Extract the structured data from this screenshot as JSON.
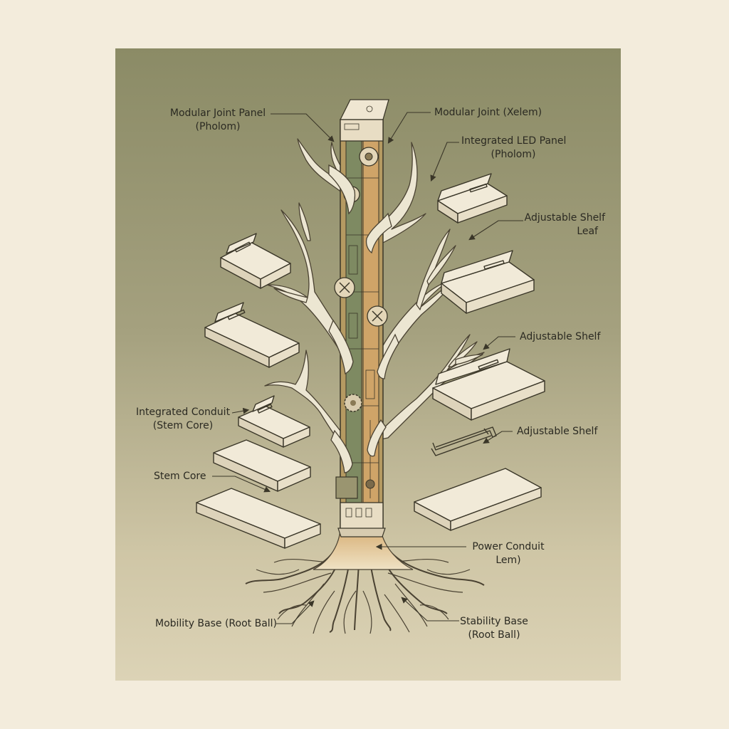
{
  "colors": {
    "background": "#f3ecdc",
    "panel_top": "#8b8b66",
    "panel_bottom": "#dcd3b6",
    "branch_fill": "#ece6d2",
    "stem_core": "#c9a064",
    "shelf_fill": "#f1ead8",
    "ink": "#3a3628"
  },
  "labels": {
    "modular_joint_panel": {
      "line1": "Modular Joint Panel",
      "line2": "(Pholom)"
    },
    "modular_joint_xelem": {
      "line1": "Modular Joint (Xelem)"
    },
    "integrated_led_panel": {
      "line1": "Integrated LED Panel",
      "line2": "(Pholom)"
    },
    "adjustable_shelf_leaf": {
      "line1": "Adjustable Shelf",
      "line2": "Leaf"
    },
    "adjustable_shelf_1": {
      "line1": "Adjustable Shelf"
    },
    "adjustable_shelf_2": {
      "line1": "Adjustable Shelf"
    },
    "integrated_conduit": {
      "line1": "Integrated Conduit",
      "line2": "(Stem Core)"
    },
    "stem_core": {
      "line1": "Stem Core"
    },
    "power_conduit": {
      "line1": "Power Conduit",
      "line2": "Lem)"
    },
    "mobility_base": {
      "line1": "Mobility Base (Root Ball)"
    },
    "stability_base": {
      "line1": "Stability Base",
      "line2": "(Root Ball)"
    }
  }
}
